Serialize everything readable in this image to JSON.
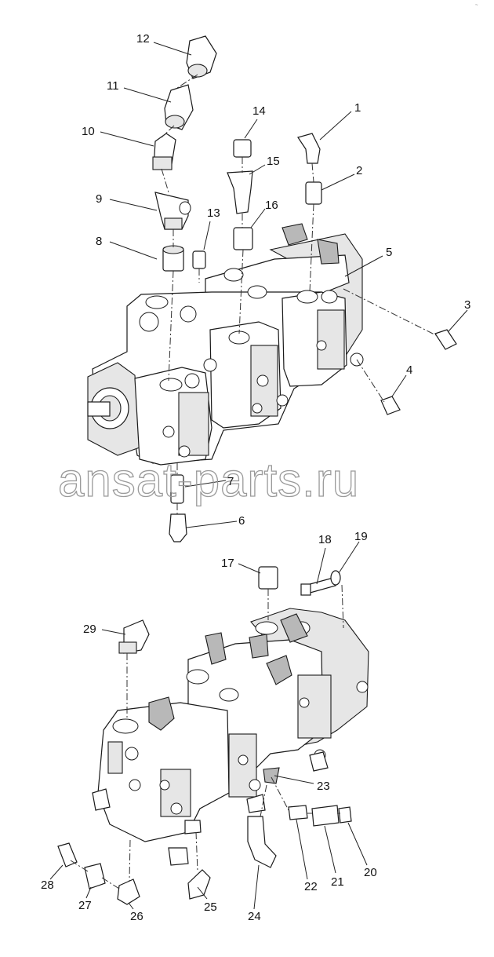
{
  "corner_mark": "~",
  "watermark": "ansat-parts.ru",
  "callouts": [
    {
      "label": "1"
    },
    {
      "label": "2"
    },
    {
      "label": "3"
    },
    {
      "label": "4"
    },
    {
      "label": "5"
    },
    {
      "label": "6"
    },
    {
      "label": "7"
    },
    {
      "label": "8"
    },
    {
      "label": "9"
    },
    {
      "label": "10"
    },
    {
      "label": "11"
    },
    {
      "label": "12"
    },
    {
      "label": "13"
    },
    {
      "label": "14"
    },
    {
      "label": "15"
    },
    {
      "label": "16"
    },
    {
      "label": "17"
    },
    {
      "label": "18"
    },
    {
      "label": "19"
    },
    {
      "label": "20"
    },
    {
      "label": "21"
    },
    {
      "label": "22"
    },
    {
      "label": "23"
    },
    {
      "label": "24"
    },
    {
      "label": "25"
    },
    {
      "label": "26"
    },
    {
      "label": "27"
    },
    {
      "label": "28"
    },
    {
      "label": "29"
    }
  ]
}
